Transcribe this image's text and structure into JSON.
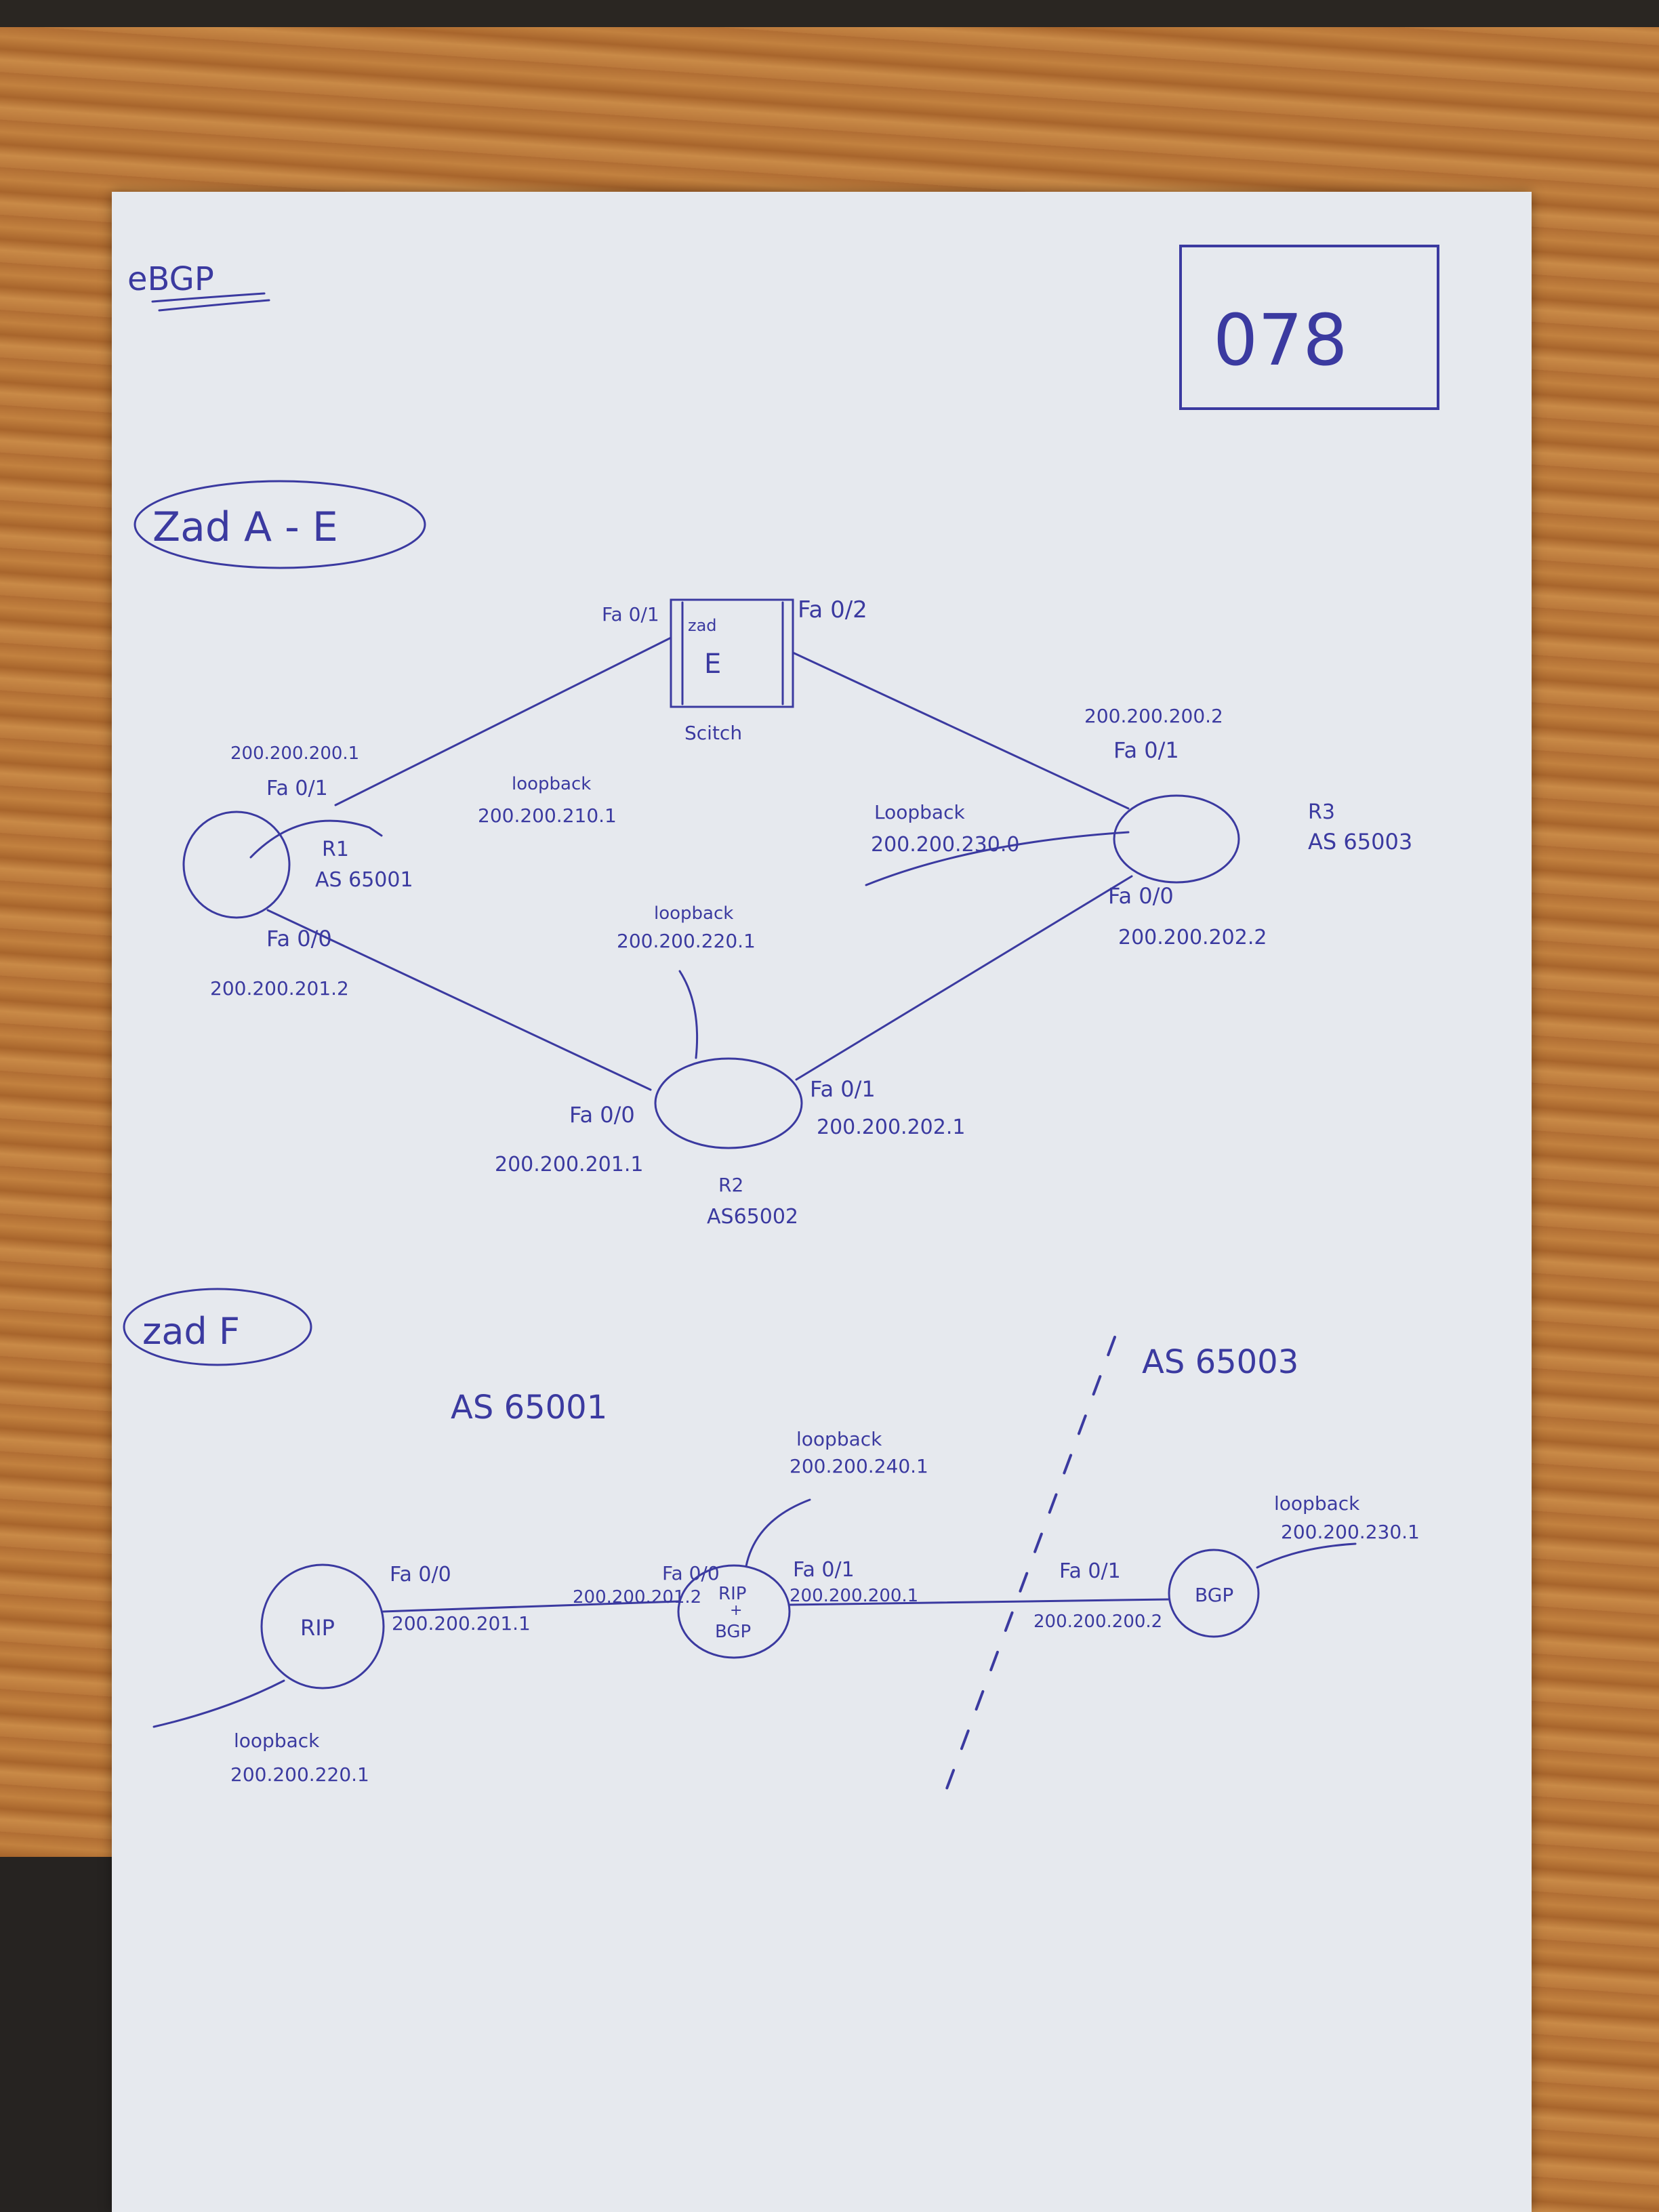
{
  "heading": "eBGP",
  "number": "078",
  "section_ae": {
    "title": "Zad  A - E",
    "switch": {
      "line1": "zad",
      "line2": "E",
      "caption": "Scitch",
      "port_left": "Fa 0/1",
      "port_right": "Fa 0/2"
    },
    "r1": {
      "name": "R1",
      "as": "AS 65001",
      "port_top": "Fa 0/1",
      "ip_top": "200.200.200.1",
      "port_bottom": "Fa 0/0",
      "ip_bottom": "200.200.201.2",
      "loopback_label": "loopback",
      "loopback_ip": "200.200.210.1"
    },
    "r2": {
      "name": "R2",
      "as": "AS65002",
      "port_left": "Fa 0/0",
      "ip_left": "200.200.201.1",
      "port_right": "Fa 0/1",
      "ip_right": "200.200.202.1",
      "loopback_label": "loopback",
      "loopback_ip": "200.200.220.1"
    },
    "r3": {
      "name": "R3",
      "as": "AS 65003",
      "port_top": "Fa 0/1",
      "ip_top": "200.200.200.2",
      "port_bottom": "Fa 0/0",
      "ip_bottom": "200.200.202.2",
      "loopback_label": "Loopback",
      "loopback_ip": "200.200.230.0"
    }
  },
  "section_f": {
    "title": "zad  F",
    "as_left": "AS 65001",
    "as_right": "AS 65003",
    "rip": {
      "label": "RIP",
      "port": "Fa 0/0",
      "ip": "200.200.201.1",
      "loopback_label": "loopback",
      "loopback_ip": "200.200.220.1"
    },
    "ripbgp": {
      "line1": "RIP",
      "line2": "+",
      "line3": "BGP",
      "port_left": "Fa 0/0",
      "ip_left": "200.200.201.2",
      "port_right": "Fa 0/1",
      "ip_right": "200.200.200.1",
      "loopback_label": "loopback",
      "loopback_ip": "200.200.240.1"
    },
    "bgp": {
      "label": "BGP",
      "port": "Fa 0/1",
      "ip": "200.200.200.2",
      "loopback_label": "loopback",
      "loopback_ip": "200.200.230.1"
    }
  },
  "colors": {
    "ink": "#3b3aa0",
    "paper": "#e6e9ee",
    "wood": "#b9773a"
  }
}
